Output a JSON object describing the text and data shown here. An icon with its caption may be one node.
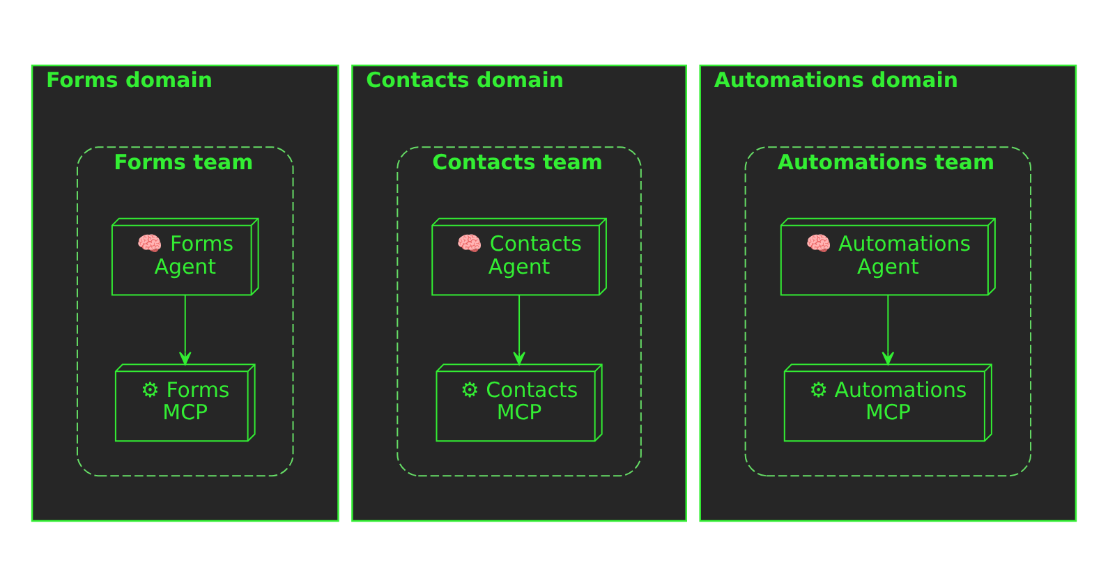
{
  "diagram": {
    "nodes": [
      {
        "text": [
          "Forms domain"
        ]
      },
      {
        "text": [
          "Forms team"
        ],
        "in": 0
      },
      {
        "text": [
          "🧠 Forms Agent"
        ],
        "in": 1
      },
      {
        "text": [
          "⚙ Forms MCP"
        ],
        "in": 1
      },
      {
        "text": [
          "Contacts domain"
        ]
      },
      {
        "text": [
          "Contacts team"
        ],
        "in": 4
      },
      {
        "text": [
          "🧠 Contacts Agent"
        ],
        "in": 5
      },
      {
        "text": [
          "⚙ Contacts MCP"
        ],
        "in": 5
      },
      {
        "text": [
          "Automations domain"
        ]
      },
      {
        "text": [
          "Automations team"
        ],
        "in": 8
      },
      {
        "text": [
          "🧠 Automations Agent"
        ],
        "in": 9
      },
      {
        "text": [
          "⚙ Automations MCP"
        ],
        "in": 9
      }
    ],
    "edges": [
      {
        "from": 2,
        "to": 3,
        "arrow": "to"
      },
      {
        "from": 6,
        "to": 7,
        "arrow": "to"
      },
      {
        "from": 10,
        "to": 11,
        "arrow": "to"
      }
    ]
  }
}
